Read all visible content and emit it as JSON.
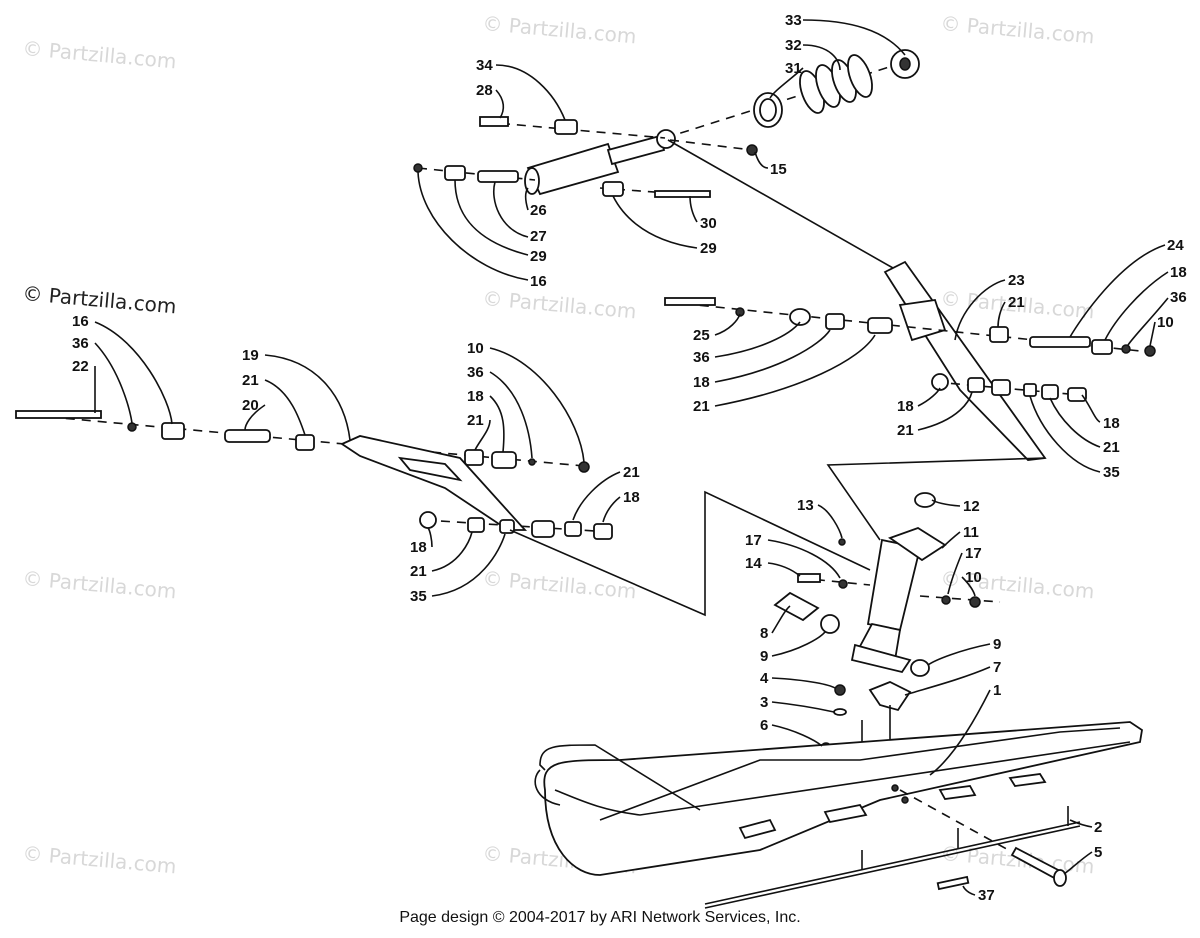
{
  "watermark": "© Partzilla.com",
  "callouts": [
    {
      "id": "c33",
      "label": "33"
    },
    {
      "id": "c32",
      "label": "32"
    },
    {
      "id": "c31",
      "label": "31"
    },
    {
      "id": "c34",
      "label": "34"
    },
    {
      "id": "c28",
      "label": "28"
    },
    {
      "id": "c15",
      "label": "15"
    },
    {
      "id": "c26",
      "label": "26"
    },
    {
      "id": "c27",
      "label": "27"
    },
    {
      "id": "c29a",
      "label": "29"
    },
    {
      "id": "c16a",
      "label": "16"
    },
    {
      "id": "c30",
      "label": "30"
    },
    {
      "id": "c29b",
      "label": "29"
    },
    {
      "id": "c24",
      "label": "24"
    },
    {
      "id": "c23",
      "label": "23"
    },
    {
      "id": "c21a",
      "label": "21"
    },
    {
      "id": "c18a",
      "label": "18"
    },
    {
      "id": "c36a",
      "label": "36"
    },
    {
      "id": "c10a",
      "label": "10"
    },
    {
      "id": "c25",
      "label": "25"
    },
    {
      "id": "c36b",
      "label": "36"
    },
    {
      "id": "c18b",
      "label": "18"
    },
    {
      "id": "c21b",
      "label": "21"
    },
    {
      "id": "c18c",
      "label": "18"
    },
    {
      "id": "c21c",
      "label": "21"
    },
    {
      "id": "c18d",
      "label": "18"
    },
    {
      "id": "c21d",
      "label": "21"
    },
    {
      "id": "c35a",
      "label": "35"
    },
    {
      "id": "c16b",
      "label": "16"
    },
    {
      "id": "c36c",
      "label": "36"
    },
    {
      "id": "c22",
      "label": "22"
    },
    {
      "id": "c19",
      "label": "19"
    },
    {
      "id": "c21e",
      "label": "21"
    },
    {
      "id": "c20",
      "label": "20"
    },
    {
      "id": "c10b",
      "label": "10"
    },
    {
      "id": "c36d",
      "label": "36"
    },
    {
      "id": "c18e",
      "label": "18"
    },
    {
      "id": "c21f",
      "label": "21"
    },
    {
      "id": "c21g",
      "label": "21"
    },
    {
      "id": "c18f",
      "label": "18"
    },
    {
      "id": "c18g",
      "label": "18"
    },
    {
      "id": "c21h",
      "label": "21"
    },
    {
      "id": "c35b",
      "label": "35"
    },
    {
      "id": "c13",
      "label": "13"
    },
    {
      "id": "c12",
      "label": "12"
    },
    {
      "id": "c17a",
      "label": "17"
    },
    {
      "id": "c11",
      "label": "11"
    },
    {
      "id": "c14",
      "label": "14"
    },
    {
      "id": "c17b",
      "label": "17"
    },
    {
      "id": "c10c",
      "label": "10"
    },
    {
      "id": "c8",
      "label": "8"
    },
    {
      "id": "c9a",
      "label": "9"
    },
    {
      "id": "c9b",
      "label": "9"
    },
    {
      "id": "c4",
      "label": "4"
    },
    {
      "id": "c7",
      "label": "7"
    },
    {
      "id": "c3",
      "label": "3"
    },
    {
      "id": "c1",
      "label": "1"
    },
    {
      "id": "c6",
      "label": "6"
    },
    {
      "id": "c2",
      "label": "2"
    },
    {
      "id": "c5",
      "label": "5"
    },
    {
      "id": "c37",
      "label": "37"
    }
  ],
  "footer": "Page design © 2004-2017 by ARI Network Services, Inc."
}
